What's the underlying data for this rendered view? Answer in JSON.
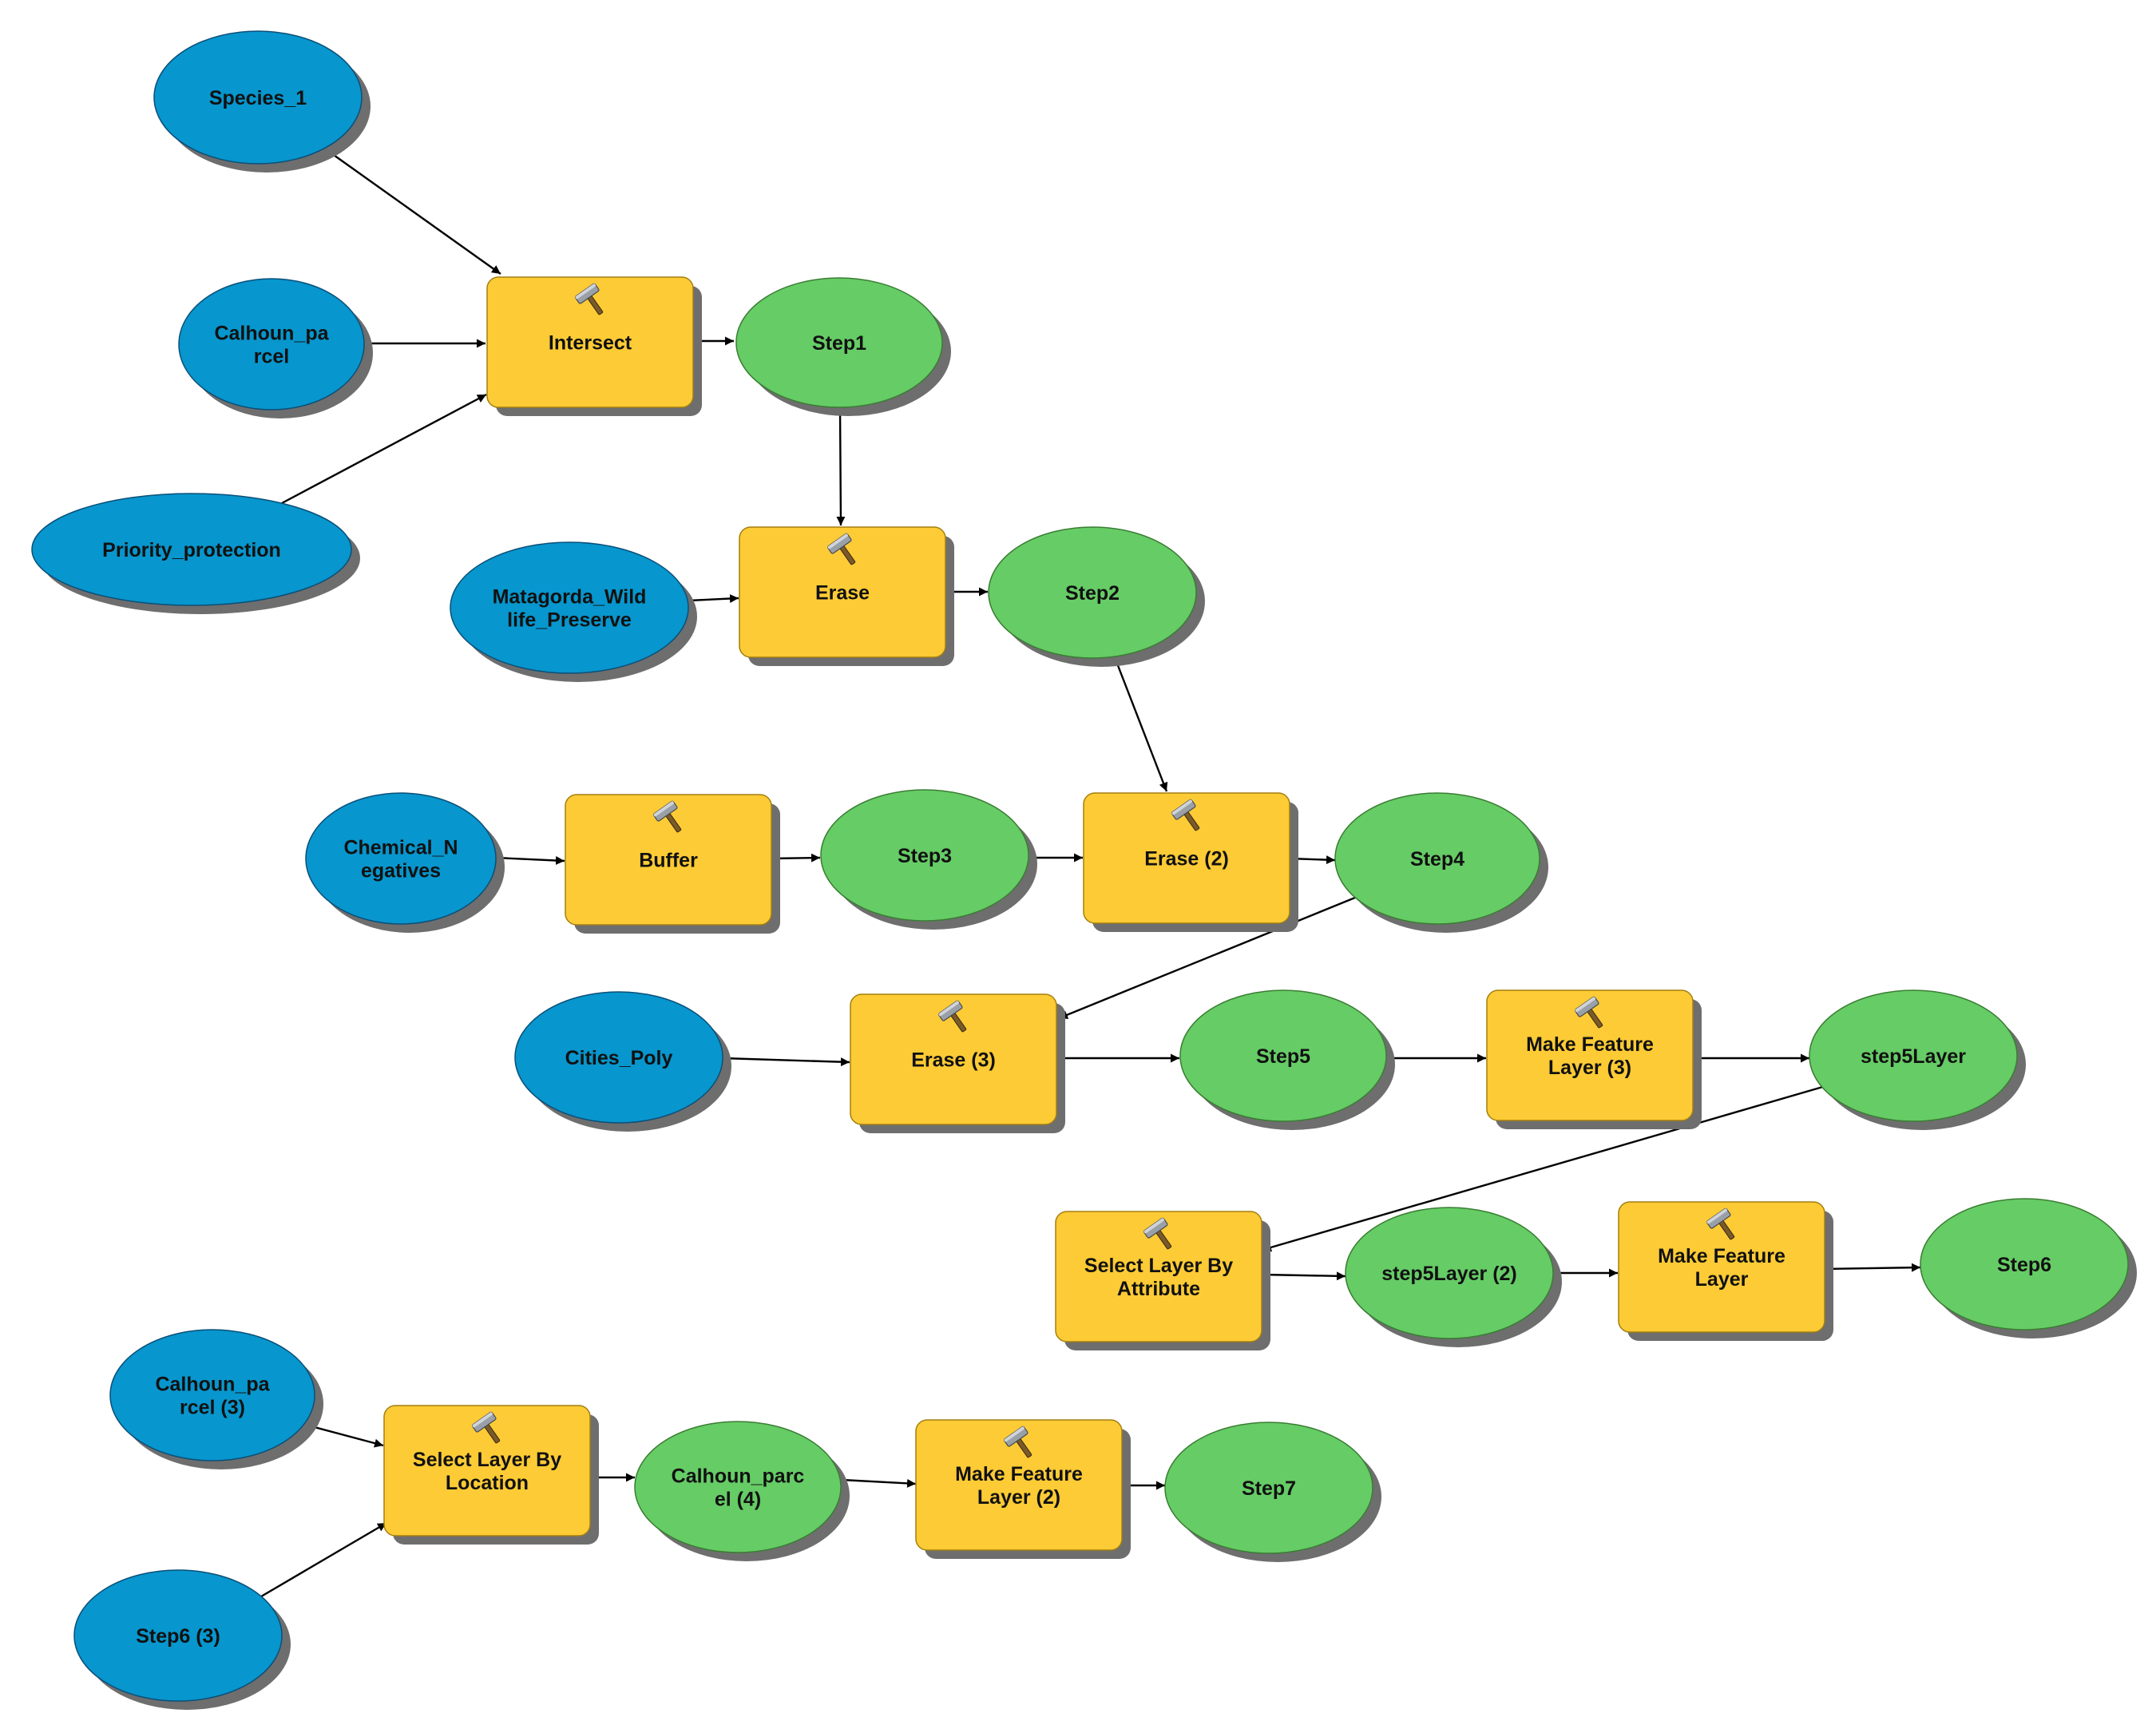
{
  "diagram": {
    "type": "model-builder-flowchart",
    "colors": {
      "input": "#0796cd",
      "tool": "#fdcb35",
      "output": "#66cc66",
      "edge": "#000000",
      "tool_icon": "hammer-icon"
    },
    "nodes": [
      {
        "id": "species_1",
        "kind": "input",
        "lines": [
          "Species_1"
        ]
      },
      {
        "id": "calhoun_parcel",
        "kind": "input",
        "lines": [
          "Calhoun_pa",
          "rcel"
        ]
      },
      {
        "id": "priority_protection",
        "kind": "input",
        "lines": [
          "Priority_protection"
        ]
      },
      {
        "id": "intersect",
        "kind": "tool",
        "lines": [
          "Intersect"
        ]
      },
      {
        "id": "step1",
        "kind": "output",
        "lines": [
          "Step1"
        ]
      },
      {
        "id": "matagorda",
        "kind": "input",
        "lines": [
          "Matagorda_Wild",
          "life_Preserve"
        ]
      },
      {
        "id": "erase",
        "kind": "tool",
        "lines": [
          "Erase"
        ]
      },
      {
        "id": "step2",
        "kind": "output",
        "lines": [
          "Step2"
        ]
      },
      {
        "id": "chemical_negatives",
        "kind": "input",
        "lines": [
          "Chemical_N",
          "egatives"
        ]
      },
      {
        "id": "buffer",
        "kind": "tool",
        "lines": [
          "Buffer"
        ]
      },
      {
        "id": "step3",
        "kind": "output",
        "lines": [
          "Step3"
        ]
      },
      {
        "id": "erase_2",
        "kind": "tool",
        "lines": [
          "Erase (2)"
        ]
      },
      {
        "id": "step4",
        "kind": "output",
        "lines": [
          "Step4"
        ]
      },
      {
        "id": "cities_poly",
        "kind": "input",
        "lines": [
          "Cities_Poly"
        ]
      },
      {
        "id": "erase_3",
        "kind": "tool",
        "lines": [
          "Erase (3)"
        ]
      },
      {
        "id": "step5",
        "kind": "output",
        "lines": [
          "Step5"
        ]
      },
      {
        "id": "make_feature_layer_3",
        "kind": "tool",
        "lines": [
          "Make Feature",
          "Layer (3)"
        ]
      },
      {
        "id": "step5layer",
        "kind": "output",
        "lines": [
          "step5Layer"
        ]
      },
      {
        "id": "select_by_attribute",
        "kind": "tool",
        "lines": [
          "Select Layer By",
          "Attribute"
        ]
      },
      {
        "id": "step5layer_2",
        "kind": "output",
        "lines": [
          "step5Layer (2)"
        ]
      },
      {
        "id": "make_feature_layer",
        "kind": "tool",
        "lines": [
          "Make Feature",
          "Layer"
        ]
      },
      {
        "id": "step6",
        "kind": "output",
        "lines": [
          "Step6"
        ]
      },
      {
        "id": "calhoun_parcel_3",
        "kind": "input",
        "lines": [
          "Calhoun_pa",
          "rcel (3)"
        ]
      },
      {
        "id": "step6_3",
        "kind": "input",
        "lines": [
          "Step6 (3)"
        ]
      },
      {
        "id": "select_by_location",
        "kind": "tool",
        "lines": [
          "Select Layer By",
          "Location"
        ]
      },
      {
        "id": "calhoun_parcel_4",
        "kind": "output",
        "lines": [
          "Calhoun_parc",
          "el (4)"
        ]
      },
      {
        "id": "make_feature_layer_2",
        "kind": "tool",
        "lines": [
          "Make Feature",
          "Layer (2)"
        ]
      },
      {
        "id": "step7",
        "kind": "output",
        "lines": [
          "Step7"
        ]
      }
    ],
    "edges": [
      {
        "from": "species_1",
        "to": "intersect"
      },
      {
        "from": "calhoun_parcel",
        "to": "intersect"
      },
      {
        "from": "priority_protection",
        "to": "intersect"
      },
      {
        "from": "intersect",
        "to": "step1"
      },
      {
        "from": "step1",
        "to": "erase"
      },
      {
        "from": "matagorda",
        "to": "erase"
      },
      {
        "from": "erase",
        "to": "step2"
      },
      {
        "from": "step2",
        "to": "erase_2"
      },
      {
        "from": "chemical_negatives",
        "to": "buffer"
      },
      {
        "from": "buffer",
        "to": "step3"
      },
      {
        "from": "step3",
        "to": "erase_2"
      },
      {
        "from": "erase_2",
        "to": "step4"
      },
      {
        "from": "step4",
        "to": "erase_3"
      },
      {
        "from": "cities_poly",
        "to": "erase_3"
      },
      {
        "from": "erase_3",
        "to": "step5"
      },
      {
        "from": "step5",
        "to": "make_feature_layer_3"
      },
      {
        "from": "make_feature_layer_3",
        "to": "step5layer"
      },
      {
        "from": "step5layer",
        "to": "select_by_attribute"
      },
      {
        "from": "select_by_attribute",
        "to": "step5layer_2"
      },
      {
        "from": "step5layer_2",
        "to": "make_feature_layer"
      },
      {
        "from": "make_feature_layer",
        "to": "step6"
      },
      {
        "from": "calhoun_parcel_3",
        "to": "select_by_location"
      },
      {
        "from": "step6_3",
        "to": "select_by_location"
      },
      {
        "from": "select_by_location",
        "to": "calhoun_parcel_4"
      },
      {
        "from": "calhoun_parcel_4",
        "to": "make_feature_layer_2"
      },
      {
        "from": "make_feature_layer_2",
        "to": "step7"
      }
    ]
  }
}
